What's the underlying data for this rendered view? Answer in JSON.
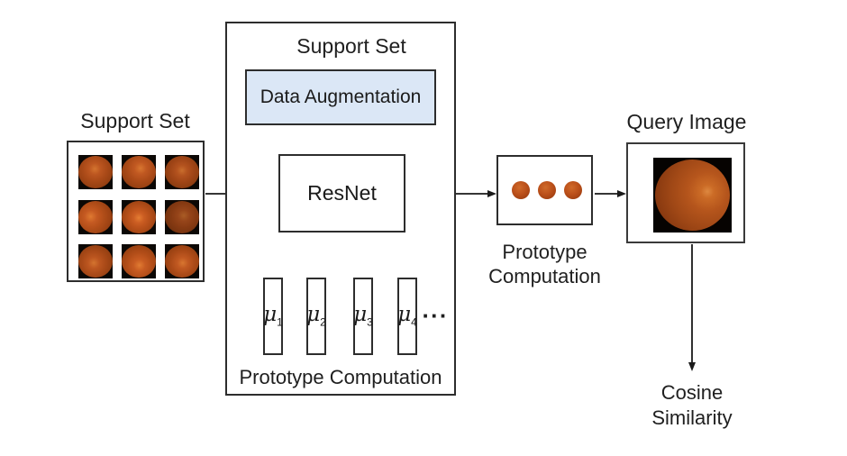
{
  "colors": {
    "box_border": "#2d2d2d",
    "arrow": "#1a1a1a",
    "data_augmentation_fill": "#dbe7f6",
    "fundus_orange": "#b5551c",
    "thumbnail_background": "#0c0805"
  },
  "support_set_panel": {
    "title": "Support Set",
    "cells": [
      {
        "spot_x": "48%",
        "spot_y": "40%",
        "brightness": "1"
      },
      {
        "spot_x": "55%",
        "spot_y": "38%",
        "brightness": "1.02"
      },
      {
        "spot_x": "50%",
        "spot_y": "45%",
        "brightness": "0.95"
      },
      {
        "spot_x": "36%",
        "spot_y": "48%",
        "brightness": "1.05"
      },
      {
        "spot_x": "50%",
        "spot_y": "52%",
        "brightness": "1.08"
      },
      {
        "spot_x": "55%",
        "spot_y": "45%",
        "brightness": "0.8"
      },
      {
        "spot_x": "45%",
        "spot_y": "55%",
        "brightness": "1"
      },
      {
        "spot_x": "52%",
        "spot_y": "62%",
        "brightness": "1.06"
      },
      {
        "spot_x": "52%",
        "spot_y": "55%",
        "brightness": "1.02"
      }
    ]
  },
  "pipeline": {
    "title": "Support Set",
    "data_augmentation_label": "Data Augmentation",
    "resnet_label": "ResNet",
    "prototype_vectors": [
      {
        "symbol": "μ",
        "sub": "1"
      },
      {
        "symbol": "μ",
        "sub": "2"
      },
      {
        "symbol": "μ",
        "sub": "3"
      },
      {
        "symbol": "μ",
        "sub": "4"
      }
    ],
    "ellipsis": "···",
    "caption": "Prototype Computation"
  },
  "prototype_module": {
    "caption_line1": "Prototype",
    "caption_line2": "Computation"
  },
  "query_module": {
    "title": "Query Image"
  },
  "similarity": {
    "line1": "Cosine",
    "line2": "Similarity"
  }
}
